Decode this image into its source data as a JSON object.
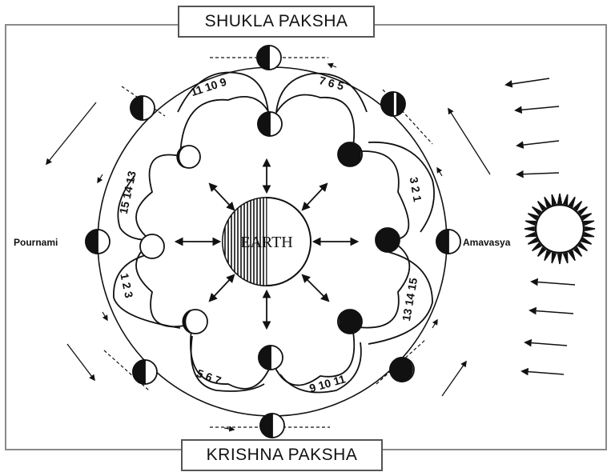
{
  "banners": {
    "top": "SHUKLA PAKSHA",
    "bottom": "KRISHNA PAKSHA"
  },
  "center": {
    "label": "EARTH"
  },
  "labels": {
    "left": "Pournami",
    "right": "Amavasya"
  },
  "tithi_groups": {
    "top_left": "11 10 9",
    "top_right": "7 6 5",
    "right_upper": "3 2 1",
    "left_upper": "15 14 13",
    "left_lower": "1 2 3",
    "right_lower": "13 14 15",
    "bottom_left": "5 6 7",
    "bottom_right": "9 10 11"
  },
  "colors": {
    "ink": "#111111",
    "frame": "#8a8a8a",
    "background": "#ffffff"
  }
}
